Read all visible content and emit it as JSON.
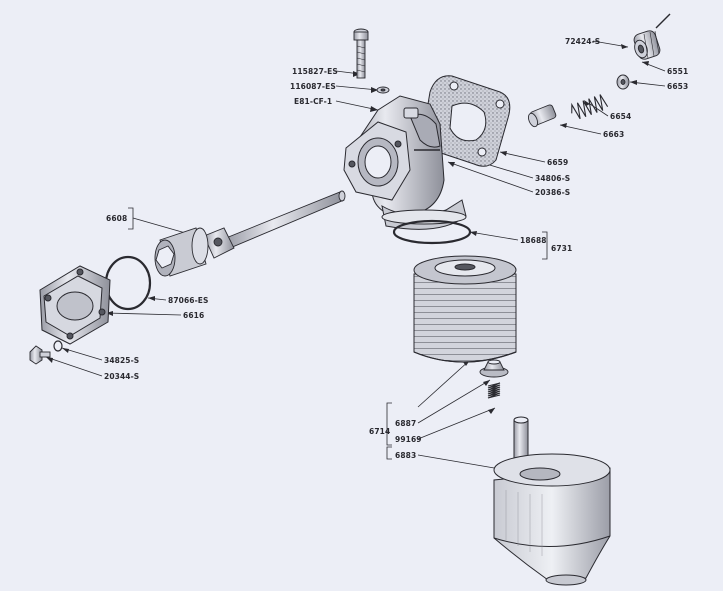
{
  "colors": {
    "background": "#eceef6",
    "ink": "#2a2a30",
    "shade": "#8a8c96"
  },
  "parts": [
    {
      "id": "p72424s",
      "text": "72424-S"
    },
    {
      "id": "p6551",
      "text": "6551"
    },
    {
      "id": "p6653",
      "text": "6653"
    },
    {
      "id": "p6654",
      "text": "6654"
    },
    {
      "id": "p6663",
      "text": "6663"
    },
    {
      "id": "p6659",
      "text": "6659"
    },
    {
      "id": "p34806s",
      "text": "34806-S"
    },
    {
      "id": "p20386s",
      "text": "20386-S"
    },
    {
      "id": "p115827es",
      "text": "115827-ES"
    },
    {
      "id": "p116087es",
      "text": "116087-ES"
    },
    {
      "id": "pe81cf1",
      "text": "E81-CF-1"
    },
    {
      "id": "p6608",
      "text": "6608"
    },
    {
      "id": "p18688",
      "text": "18688"
    },
    {
      "id": "p6731",
      "text": "6731"
    },
    {
      "id": "p87066es",
      "text": "87066-ES"
    },
    {
      "id": "p6616",
      "text": "6616"
    },
    {
      "id": "p34825s",
      "text": "34825-S"
    },
    {
      "id": "p20344s",
      "text": "20344-S"
    },
    {
      "id": "p6887",
      "text": "6887"
    },
    {
      "id": "p6714",
      "text": "6714"
    },
    {
      "id": "p99169",
      "text": "99169"
    },
    {
      "id": "p6883",
      "text": "6883"
    }
  ]
}
